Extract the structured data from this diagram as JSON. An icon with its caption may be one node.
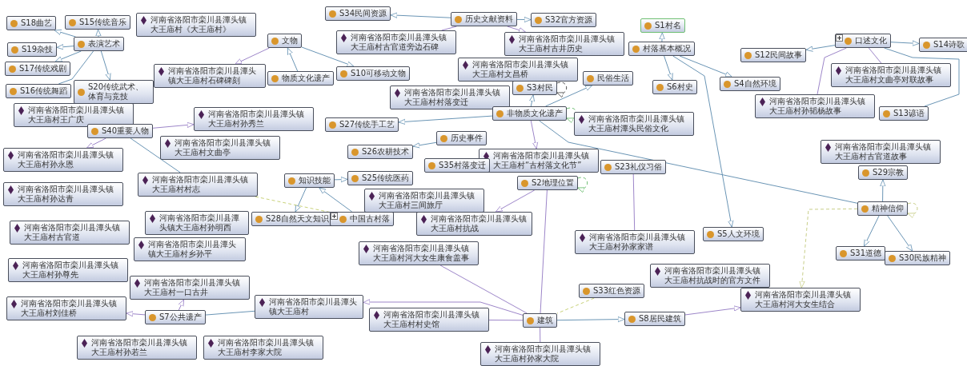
{
  "diagram": {
    "nodes": [
      {
        "text": [
          "S18曲艺"
        ]
      },
      {
        "text": [
          "S15传统音乐"
        ]
      },
      {
        "text": [
          "河南省洛阳市栾川县潭头镇大王庙村《大王庙村》"
        ]
      },
      {
        "text": [
          "表演艺术"
        ]
      },
      {
        "text": [
          "S19杂技"
        ]
      },
      {
        "text": [
          "S17传统戏剧"
        ]
      },
      {
        "text": [
          "S16传统舞蹈"
        ]
      },
      {
        "text": [
          "S20传统武术、体育与竞技"
        ]
      },
      {
        "text": [
          "文物"
        ]
      },
      {
        "text": [
          "物质文化遗产"
        ]
      },
      {
        "text": [
          "河南省洛阳市栾川县潭头镇大王庙村石碑碑刻"
        ]
      },
      {
        "text": [
          "河南省洛阳市栾川县潭头镇大王庙村王广庆"
        ]
      },
      {
        "text": [
          "S40重要人物"
        ]
      },
      {
        "text": [
          "河南省洛阳市栾川县潭头镇大王庙村孙秀兰"
        ]
      },
      {
        "text": [
          "河南省洛阳市栾川县潭头镇大王庙村孙永恩"
        ]
      },
      {
        "text": [
          "河南省洛阳市栾川县潭头镇大王庙村文曲亭"
        ]
      },
      {
        "text": [
          "河南省洛阳市栾川县潭头镇大王庙村村志"
        ]
      },
      {
        "text": [
          "河南省洛阳市栾川县潭头镇大王庙村孙达青"
        ]
      },
      {
        "text": [
          "河南省洛阳市栾川县潭头镇大王庙村古官道"
        ]
      },
      {
        "text": [
          "河南省洛阳市栾川县潭头镇大王庙村孙明西"
        ]
      },
      {
        "text": [
          "河南省洛阳市栾川县潭头镇大王庙村乡孙平"
        ]
      },
      {
        "text": [
          "河南省洛阳市栾川县潭头镇大王庙村孙尊先"
        ]
      },
      {
        "text": [
          "河南省洛阳市栾川县潭头镇大王庙村一口古井"
        ]
      },
      {
        "text": [
          "河南省洛阳市栾川县潭头镇大王庙村刘佳桥"
        ]
      },
      {
        "text": [
          "S7公共遗产"
        ]
      },
      {
        "text": [
          "河南省洛阳市栾川县潭头镇大王庙村孙若兰"
        ]
      },
      {
        "text": [
          "河南省洛阳市栾川县潭头镇大王庙村李家大院"
        ]
      },
      {
        "text": [
          "河南省洛阳市栾川县潭头镇大王庙村"
        ]
      },
      {
        "text": [
          "S34民间资源"
        ]
      },
      {
        "text": [
          "历史文献资料"
        ]
      },
      {
        "text": [
          "S32官方资源"
        ]
      },
      {
        "text": [
          "河南省洛阳市栾川县潭头镇大王庙村古官道旁边石碑"
        ]
      },
      {
        "text": [
          "河南省洛阳市栾川县潭头镇大王庙村古井历史"
        ]
      },
      {
        "text": [
          "S10可移动文物"
        ]
      },
      {
        "text": [
          "河南省洛阳市栾川县潭头镇大王庙村文昌桥"
        ]
      },
      {
        "text": [
          "S3村民"
        ]
      },
      {
        "text": [
          "民俗生活"
        ]
      },
      {
        "text": [
          "河南省洛阳市栾川县潭头镇大王庙村村落变迁"
        ]
      },
      {
        "text": [
          "非物质文化遗产"
        ]
      },
      {
        "text": [
          "河南省洛阳市栾川县潭头镇大王庙村潭头民俗文化"
        ]
      },
      {
        "text": [
          "S27传统手工艺"
        ]
      },
      {
        "text": [
          "历史事件"
        ]
      },
      {
        "text": [
          "S26农耕技术"
        ]
      },
      {
        "text": [
          "河南省洛阳市栾川县潭头镇大王庙村“古村落文化节”"
        ]
      },
      {
        "text": [
          "S35村落变迁"
        ]
      },
      {
        "text": [
          "知识技能"
        ]
      },
      {
        "text": [
          "S25传统医药"
        ]
      },
      {
        "text": [
          "S23礼仪习俗"
        ]
      },
      {
        "text": [
          "S2地理位置"
        ]
      },
      {
        "text": [
          "河南省洛阳市栾川县潭头镇大王庙村三间旅厅"
        ]
      },
      {
        "text": [
          "S28自然天文知识"
        ]
      },
      {
        "text": [
          "中国古村落"
        ]
      },
      {
        "text": [
          "河南省洛阳市栾川县潭头镇大王庙村抗战"
        ]
      },
      {
        "text": [
          "河南省洛阳市栾川县潭头镇大王庙村河大女生康食盖事"
        ]
      },
      {
        "text": [
          "河南省洛阳市栾川县潭头镇大王庙村村史馆"
        ]
      },
      {
        "text": [
          "建筑"
        ]
      },
      {
        "text": [
          "河南省洛阳市栾川县潭头镇大王庙村孙家大院"
        ]
      },
      {
        "text": [
          "S1村名"
        ]
      },
      {
        "text": [
          "村落基本概况"
        ]
      },
      {
        "text": [
          "S12民间故事"
        ]
      },
      {
        "text": [
          "口述文化"
        ]
      },
      {
        "text": [
          "S14诗歌"
        ]
      },
      {
        "text": [
          "S6村史"
        ]
      },
      {
        "text": [
          "S4自然环境"
        ]
      },
      {
        "text": [
          "河南省洛阳市栾川县潭头镇大王庙村文曲亭对联故事"
        ]
      },
      {
        "text": [
          "河南省洛阳市栾川县潭头镇大王庙村孙韬杨故事"
        ]
      },
      {
        "text": [
          "S13谚语"
        ]
      },
      {
        "text": [
          "河南省洛阳市栾川县潭头镇大王庙村古官道故事"
        ]
      },
      {
        "text": [
          "S29宗教"
        ]
      },
      {
        "text": [
          "精神信仰"
        ]
      },
      {
        "text": [
          "S5人文环境"
        ]
      },
      {
        "text": [
          "S31道德"
        ]
      },
      {
        "text": [
          "S30民族精神"
        ]
      },
      {
        "text": [
          "河南省洛阳市栾川县潭头镇大王庙村孙家家谱"
        ]
      },
      {
        "text": [
          "河南省洛阳市栾川县潭头镇大王庙村抗战时的官方文件"
        ]
      },
      {
        "text": [
          "S33红色资源"
        ]
      },
      {
        "text": [
          "S8居民建筑"
        ]
      },
      {
        "text": [
          "河南省洛阳市栾川县潭头镇大王庙村河大女生结合"
        ]
      }
    ],
    "edges": [
      {
        "from": 3,
        "to": 0,
        "arrow": "to"
      },
      {
        "from": 3,
        "to": 1,
        "arrow": "to"
      },
      {
        "from": 3,
        "to": 4,
        "arrow": "to"
      },
      {
        "from": 3,
        "to": 5,
        "arrow": "to"
      },
      {
        "from": 3,
        "to": 6,
        "arrow": "none"
      },
      {
        "from": 3,
        "to": 7,
        "arrow": "to"
      },
      {
        "from": 12,
        "to": 13,
        "arrow": "to",
        "color": "#9d86c9"
      },
      {
        "from": 12,
        "to": 14,
        "arrow": "to",
        "color": "#9d86c9"
      },
      {
        "from": 12,
        "to": 16,
        "arrow": "none"
      },
      {
        "from": 8,
        "to": 10,
        "arrow": "to",
        "color": "#9d86c9"
      },
      {
        "from": 8,
        "to": 33,
        "arrow": "to"
      },
      {
        "from": 9,
        "to": 8,
        "arrow": "to"
      },
      {
        "from": 29,
        "to": 28,
        "arrow": "to"
      },
      {
        "from": 29,
        "to": 30,
        "arrow": "to"
      },
      {
        "from": 29,
        "to": 32,
        "arrow": "to",
        "color": "#9d86c9"
      },
      {
        "from": 29,
        "to": 31,
        "arrow": "none",
        "color": "#9d86c9"
      },
      {
        "from": 38,
        "to": 35,
        "arrow": "to"
      },
      {
        "from": 38,
        "to": 36,
        "arrow": "to"
      },
      {
        "from": 38,
        "to": 40,
        "arrow": "to"
      },
      {
        "from": 41,
        "to": 42,
        "arrow": "to"
      },
      {
        "from": 45,
        "to": 46,
        "arrow": "to"
      },
      {
        "from": 45,
        "to": 50,
        "arrow": "to"
      },
      {
        "from": 58,
        "to": 57,
        "arrow": "to"
      },
      {
        "from": 58,
        "to": 63,
        "arrow": "to"
      },
      {
        "from": 58,
        "to": 62,
        "arrow": "to"
      },
      {
        "from": 58,
        "to": 70,
        "arrow": "to"
      },
      {
        "from": 60,
        "to": 59,
        "arrow": "to"
      },
      {
        "from": 60,
        "to": 61,
        "arrow": "to"
      },
      {
        "from": 60,
        "to": 66,
        "arrow": "none"
      },
      {
        "from": 60,
        "to": 64,
        "arrow": "none",
        "color": "#9d86c9"
      },
      {
        "from": 60,
        "to": 65,
        "arrow": "none",
        "color": "#9d86c9"
      },
      {
        "from": 69,
        "to": 68,
        "arrow": "to"
      },
      {
        "from": 69,
        "to": 71,
        "arrow": "to"
      },
      {
        "from": 69,
        "to": 72,
        "arrow": "to"
      },
      {
        "from": 69,
        "to": 77,
        "arrow": "to",
        "style": "dashed",
        "color": "#c9cf8a"
      },
      {
        "from": 69,
        "to": 38,
        "arrow": "none"
      },
      {
        "from": 55,
        "to": 76,
        "arrow": "to"
      },
      {
        "from": 76,
        "to": 77,
        "arrow": "to",
        "color": "#9d86c9"
      },
      {
        "from": 55,
        "to": 54,
        "arrow": "none",
        "color": "#9d86c9"
      },
      {
        "from": 55,
        "to": 56,
        "arrow": "none",
        "color": "#9d86c9"
      },
      {
        "from": 55,
        "to": 48,
        "arrow": "none",
        "color": "#9d86c9"
      },
      {
        "from": 55,
        "to": 53,
        "arrow": "none",
        "color": "#9d86c9"
      },
      {
        "from": 55,
        "to": 27,
        "arrow": "to",
        "color": "#9d86c9"
      },
      {
        "from": 24,
        "to": 22,
        "arrow": "to",
        "color": "#9d86c9"
      },
      {
        "from": 24,
        "to": 23,
        "arrow": "to",
        "color": "#9d86c9"
      },
      {
        "from": 24,
        "to": 27,
        "arrow": "none"
      },
      {
        "from": 51,
        "to": 16,
        "arrow": "none",
        "style": "dashed",
        "color": "#c9d27a"
      },
      {
        "from": 38,
        "to": 43,
        "arrow": "to",
        "color": "#9d86c9"
      },
      {
        "from": 48,
        "to": 52,
        "arrow": "to",
        "color": "#9d86c9"
      },
      {
        "from": 75,
        "to": 55,
        "arrow": "none",
        "style": "dashed",
        "color": "#c9d27a"
      },
      {
        "from": 73,
        "to": 47,
        "arrow": "none",
        "color": "#9d86c9"
      },
      {
        "from": 51,
        "to": 45,
        "arrow": "to"
      },
      {
        "from": 35,
        "to": 35,
        "arrow": "to",
        "style": "dashed",
        "color": "#555555"
      },
      {
        "from": 38,
        "to": 38,
        "arrow": "to",
        "style": "dashed",
        "color": "#6fbf73"
      },
      {
        "from": 48,
        "to": 48,
        "arrow": "to",
        "style": "dashed",
        "color": "#6fbf73"
      },
      {
        "from": 69,
        "to": 69,
        "arrow": "to",
        "style": "dashed",
        "color": "#c9cf8a"
      }
    ]
  }
}
